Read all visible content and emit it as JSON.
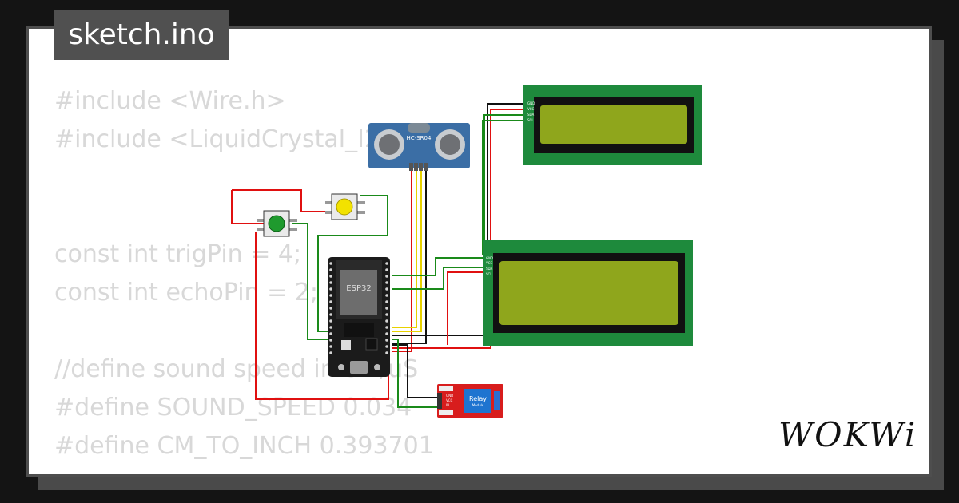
{
  "title": "sketch.ino",
  "code_lines": [
    "#include <Wire.h>",
    "#include <LiquidCrystal_I2C.h>",
    "",
    "",
    "const int trigPin = 4;",
    "const int echoPin = 2;",
    "",
    "//define sound speed in cm/uS",
    "#define SOUND_SPEED 0.034",
    "#define CM_TO_INCH 0.393701"
  ],
  "components": {
    "ultrasonic_label": "HC-SR04",
    "esp32_label": "ESP32",
    "relay_label": "Relay",
    "relay_sublabel": "Module",
    "lcd_pins": [
      "GND",
      "VCC",
      "SDA",
      "SCL"
    ],
    "relay_pins": [
      "GND",
      "VCC",
      "IN"
    ]
  },
  "logo": "WOKWi",
  "colors": {
    "pcb_green": "#1e8a3c",
    "lcd_screen": "#8fa61c",
    "wire_red": "#e01010",
    "wire_green": "#1a8a1a",
    "wire_yellow": "#e8d200",
    "wire_black": "#111111",
    "relay_red": "#d81d1d",
    "sensor_blue": "#3b6ea5"
  }
}
